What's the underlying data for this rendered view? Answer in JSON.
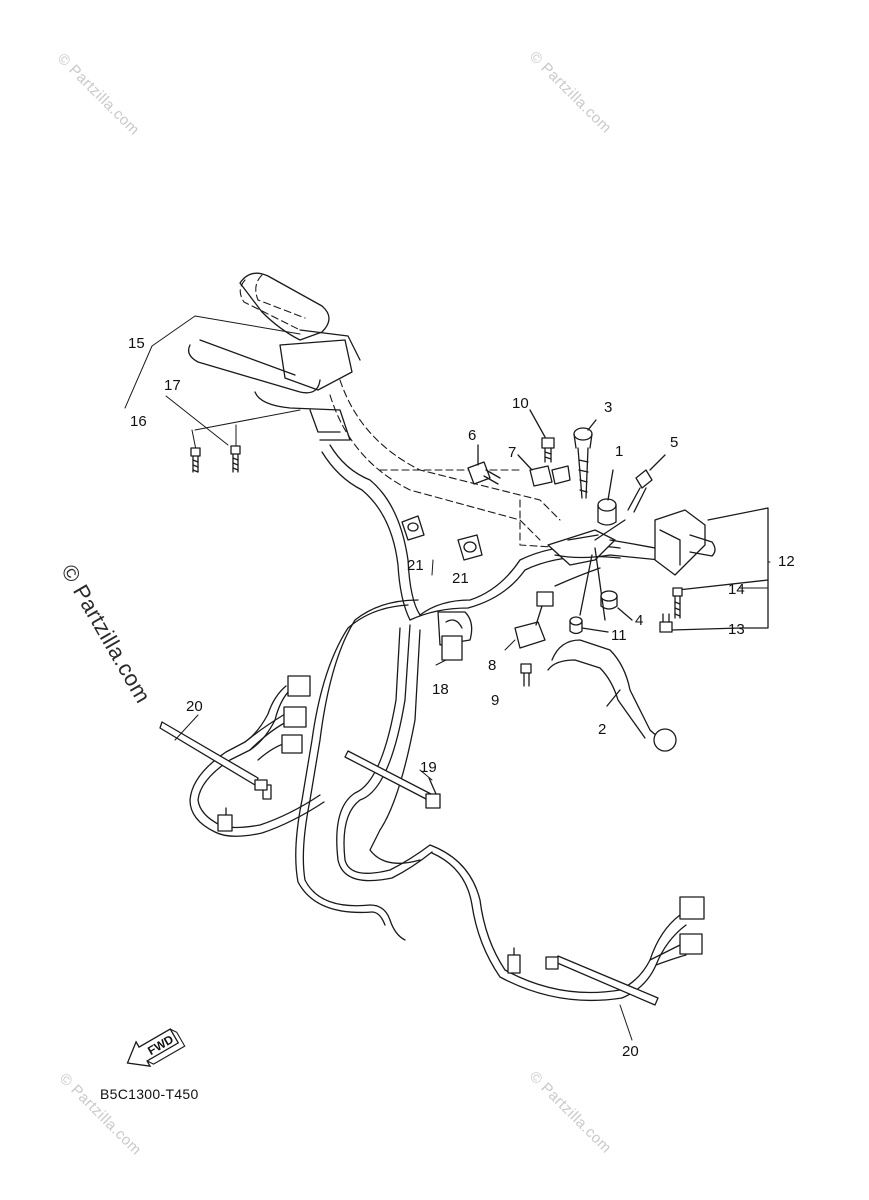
{
  "watermark": {
    "text": "© Partzilla.com"
  },
  "diagram_code": "B5C1300-T450",
  "fwd_label": "FWD",
  "callouts": {
    "c1": "1",
    "c2": "2",
    "c3": "3",
    "c4": "4",
    "c5": "5",
    "c6": "6",
    "c7": "7",
    "c8": "8",
    "c9": "9",
    "c10": "10",
    "c11": "11",
    "c12": "12",
    "c13": "13",
    "c14": "14",
    "c15": "15",
    "c16": "16",
    "c17": "17",
    "c18": "18",
    "c19": "19",
    "c20a": "20",
    "c20b": "20",
    "c21a": "21",
    "c21b": "21"
  }
}
